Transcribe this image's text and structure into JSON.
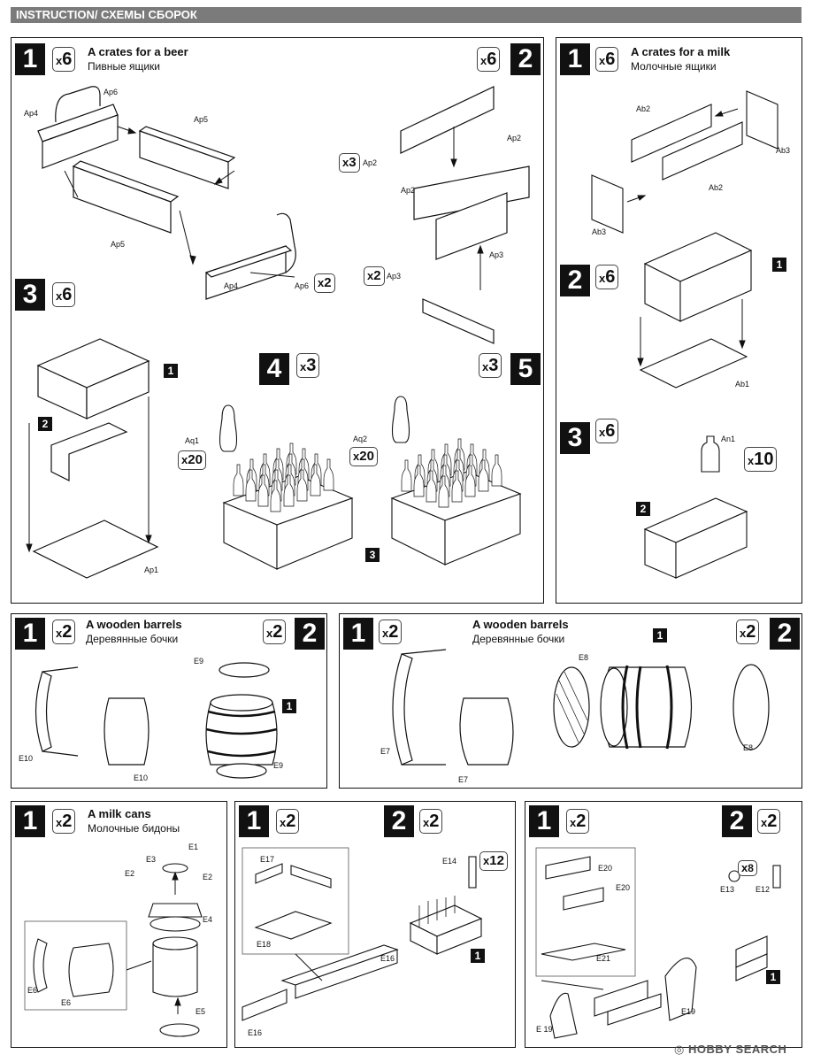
{
  "header": {
    "title": "INSTRUCTION/ СХЕМЫ СБОРОК"
  },
  "beer": {
    "title": "A crates  for a beer",
    "subtitle": "Пивные ящики",
    "s1": {
      "num": "1",
      "mult": "6"
    },
    "s2": {
      "num": "2",
      "mult": "6"
    },
    "s3": {
      "num": "3",
      "mult": "6"
    },
    "s4": {
      "num": "4",
      "mult": "3"
    },
    "s5": {
      "num": "5",
      "mult": "3"
    },
    "labels": {
      "ap6": "Ap6",
      "ap4": "Ap4",
      "ap5": "Ap5",
      "ap4b": "Ap4",
      "ap5b": "Ap5",
      "ap6b": "Ap6",
      "x2": "2",
      "ap2a": "Ap2",
      "ap2b": "Ap2",
      "ap2c": "Ap2",
      "ap3a": "Ap3",
      "ap3b": "Ap3",
      "x3": "3",
      "x2b": "2",
      "ap1": "Ap1",
      "aq1": "Aq1",
      "aq2": "Aq2",
      "x20a": "20",
      "x20b": "20"
    },
    "refs": {
      "r1": "1",
      "r2": "2",
      "r3": "3"
    }
  },
  "milk_crate": {
    "title": "A crates  for a milk",
    "subtitle": "Молочные ящики",
    "s1": {
      "num": "1",
      "mult": "6"
    },
    "s2": {
      "num": "2",
      "mult": "6"
    },
    "s3": {
      "num": "3",
      "mult": "6"
    },
    "labels": {
      "ab2a": "Ab2",
      "ab2b": "Ab2",
      "ab3a": "Ab3",
      "ab3b": "Ab3",
      "ab1": "Ab1",
      "an1": "An1",
      "x10": "10"
    },
    "refs": {
      "r1": "1",
      "r2": "2"
    }
  },
  "barrel_a": {
    "title": "A wooden barrels",
    "subtitle": "Деревянные бочки",
    "s1": {
      "num": "1",
      "mult": "2"
    },
    "s2": {
      "num": "2",
      "mult": "2"
    },
    "labels": {
      "e10a": "E10",
      "e10b": "E10",
      "e9a": "E9",
      "e9b": "E9"
    },
    "refs": {
      "r1": "1"
    }
  },
  "barrel_b": {
    "title": "A wooden barrels",
    "subtitle": "Деревянные бочки",
    "s1": {
      "num": "1",
      "mult": "2"
    },
    "s2": {
      "num": "2",
      "mult": "2"
    },
    "labels": {
      "e7a": "E7",
      "e7b": "E7",
      "e8a": "E8",
      "e8b": "E8"
    },
    "refs": {
      "r1": "1"
    }
  },
  "cans": {
    "title": "A milk cans",
    "subtitle": "Молочные бидоны",
    "s1": {
      "num": "1",
      "mult": "2"
    },
    "labels": {
      "e1": "E1",
      "e2a": "E2",
      "e2b": "E2",
      "e3": "E3",
      "e4": "E4",
      "e5": "E5",
      "e6a": "E6",
      "e6b": "E6"
    }
  },
  "crate_small": {
    "s1": {
      "num": "1",
      "mult": "2"
    },
    "s2": {
      "num": "2",
      "mult": "2"
    },
    "labels": {
      "e17": "E17",
      "e18": "E18",
      "e16a": "E16",
      "e16b": "E16",
      "e14": "E14",
      "x12": "12"
    },
    "refs": {
      "r1": "1"
    }
  },
  "carrier": {
    "s1": {
      "num": "1",
      "mult": "2"
    },
    "s2": {
      "num": "2",
      "mult": "2"
    },
    "labels": {
      "e20a": "E20",
      "e20b": "E20",
      "e21": "E21",
      "e19a": "E19",
      "e19b": "E 19",
      "e13": "E13",
      "e12": "E12",
      "x8": "8"
    },
    "refs": {
      "r1": "1"
    }
  },
  "watermark": {
    "brand": "HOBBY",
    "brand2": "SEARCH"
  }
}
